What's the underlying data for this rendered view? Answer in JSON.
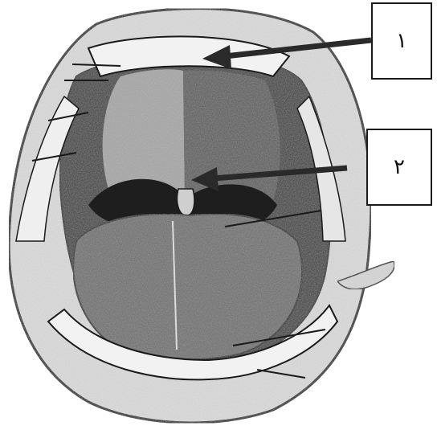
{
  "labels": [
    {
      "id": "1",
      "text": "١"
    },
    {
      "id": "2",
      "text": "٢"
    }
  ],
  "colors": {
    "outline": "#1a1a1a",
    "lip": "#d9d9d9",
    "cavity": "#2b2b2b",
    "palate": "#8c8c8c",
    "tongue": "#6e6e6e",
    "teeth": "#f2f2f2"
  }
}
